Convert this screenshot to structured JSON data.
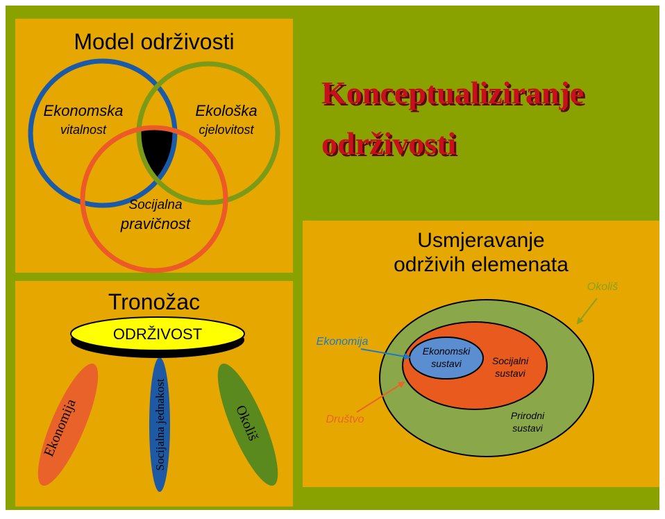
{
  "main_title": {
    "line1": "Konceptualiziranje",
    "line2": "održivosti"
  },
  "venn_panel": {
    "title": "Model održivosti",
    "economic_line1": "Ekonomska",
    "economic_line2": "vitalnost",
    "ecological_line1": "Ekološka",
    "ecological_line2": "cjelovitost",
    "social_line1": "Socijalna",
    "social_line2": "pravičnost"
  },
  "tripod_panel": {
    "title": "Tronožac",
    "seat_label": "ODRŽIVOST",
    "leg_left": "Ekonomija",
    "leg_middle": "Socijalna jednakost",
    "leg_right": "Okoliš"
  },
  "nested_panel": {
    "title_line1": "Usmjeravanje",
    "title_line2": "održivih elemenata",
    "outer_label": "Okoliš",
    "economy_label": "Ekonomija",
    "society_label": "Društvo",
    "inner_line1": "Ekonomski",
    "inner_line2": "sustavi",
    "middle_line1": "Socijalni",
    "middle_line2": "sustavi",
    "outer_line1": "Prirodni",
    "outer_line2": "sustavi"
  },
  "colors": {
    "background": "#8aa200",
    "panel": "#e6a800",
    "title_red": "#c8101c",
    "venn_blue": "#1a5aa8",
    "venn_green": "#7a9a18",
    "venn_orange": "#ec5a28",
    "nested_outer": "#8aa84a",
    "nested_middle": "#e85a1e",
    "nested_inner": "#5a8ed0",
    "seat_yellow": "#ffff00",
    "leg_orange": "#e8622a",
    "leg_blue": "#1e5aa4",
    "leg_green": "#5a8a1e"
  }
}
